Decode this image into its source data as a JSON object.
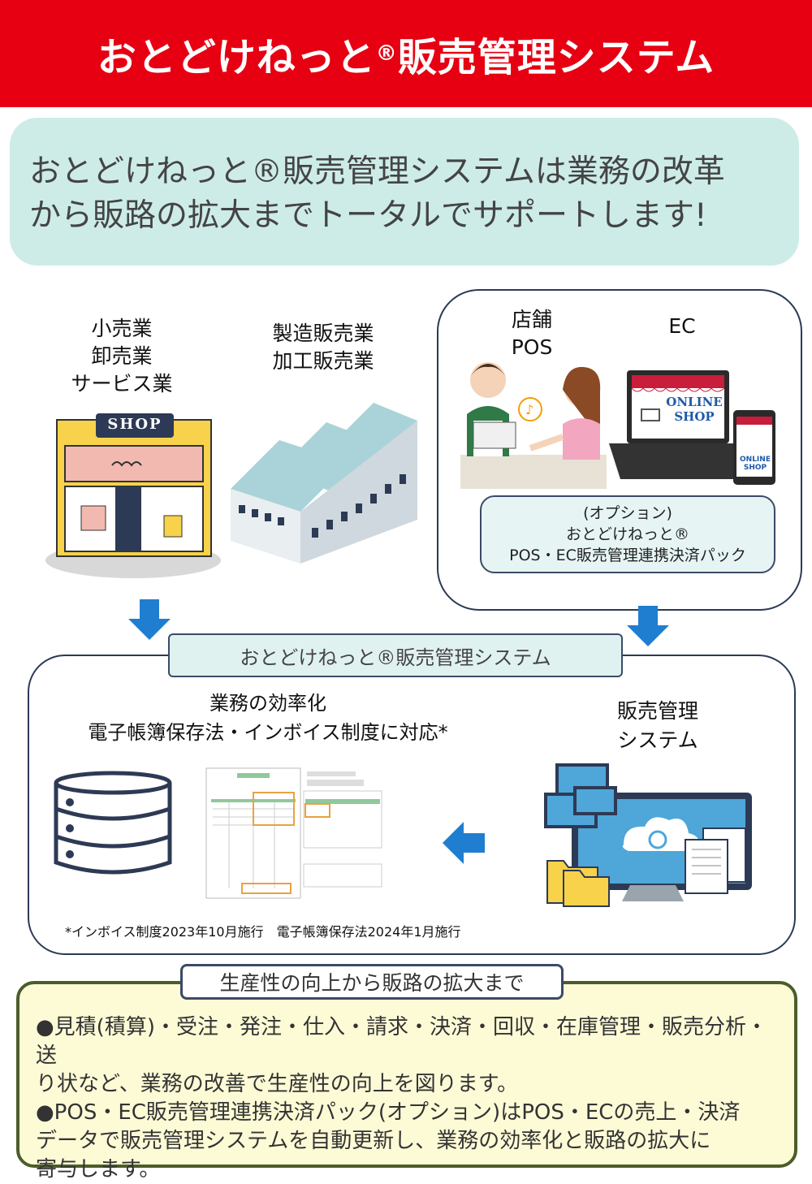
{
  "header": {
    "title_main": "おとどけねっと",
    "title_mark": "®",
    "title_rest": "販売管理システム"
  },
  "intro": {
    "line1": "おとどけねっと®販売管理システムは業務の改革",
    "line2": "から販路の拡大までトータルでサポートします!"
  },
  "categories": {
    "retail": {
      "line1": "小売業",
      "line2": "卸売業",
      "line3": "サービス業"
    },
    "manufacturing": {
      "line1": "製造販売業",
      "line2": "加工販売業"
    }
  },
  "shop_sign": "SHOP",
  "channels": {
    "pos_label_1": "店舗",
    "pos_label_2": "POS",
    "ec_label": "EC",
    "online_shop_1": "ONLINE",
    "online_shop_2": "SHOP",
    "tablet_shop_1": "ONLINE",
    "tablet_shop_2": "SHOP",
    "option_line1": "(オプション)",
    "option_line2": "おとどけねっと®",
    "option_line3": "POS・EC販売管理連携決済パック"
  },
  "system": {
    "pill_label": "おとどけねっと®販売管理システム",
    "efficiency_line1": "業務の効率化",
    "efficiency_line2": "電子帳簿保存法・インボイス制度に対応*",
    "sales_line1": "販売管理",
    "sales_line2": "システム",
    "footnote": "*インボイス制度2023年10月施行　電子帳簿保存法2024年1月施行"
  },
  "summary": {
    "heading": "生産性の向上から販路の拡大まで",
    "bullet1_line1": "●見積(積算)・受注・発注・仕入・請求・決済・回収・在庫管理・販売分析・送",
    "bullet1_line2": "り状など、業務の改善で生産性の向上を図ります。",
    "bullet2_line1": "●POS・EC販売管理連携決済パック(オプション)はPOS・ECの売上・決済",
    "bullet2_line2": "データで販売管理システムを自動更新し、業務の効率化と販路の拡大に",
    "bullet2_line3": "寄与します。"
  },
  "colors": {
    "header_red": "#e60012",
    "intro_mint": "#cdece8",
    "arrow_blue": "#1f7ed0",
    "box_navy": "#2b3a55",
    "summary_yellow": "#fdfbd6",
    "summary_border": "#4b5d2a"
  }
}
